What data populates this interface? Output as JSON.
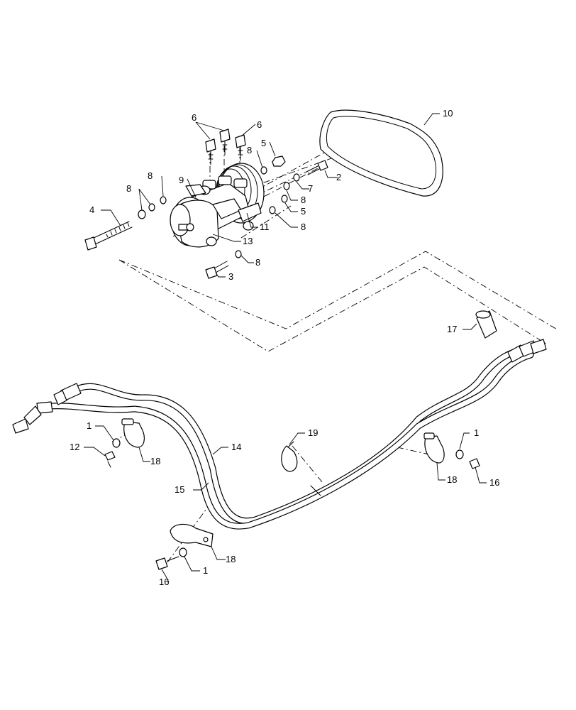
{
  "callouts": [
    {
      "id": "c10",
      "text": "10"
    },
    {
      "id": "c6a",
      "text": "6"
    },
    {
      "id": "c6b",
      "text": "6"
    },
    {
      "id": "c5a",
      "text": "5"
    },
    {
      "id": "c8a",
      "text": "8"
    },
    {
      "id": "c8b",
      "text": "8"
    },
    {
      "id": "c9",
      "text": "9"
    },
    {
      "id": "c8c",
      "text": "8"
    },
    {
      "id": "c2",
      "text": "2"
    },
    {
      "id": "c7",
      "text": "7"
    },
    {
      "id": "c8d",
      "text": "8"
    },
    {
      "id": "c4",
      "text": "4"
    },
    {
      "id": "c5b",
      "text": "5"
    },
    {
      "id": "c11",
      "text": "11"
    },
    {
      "id": "c8e",
      "text": "8"
    },
    {
      "id": "c13",
      "text": "13"
    },
    {
      "id": "c8f",
      "text": "8"
    },
    {
      "id": "c3",
      "text": "3"
    },
    {
      "id": "c17",
      "text": "17"
    },
    {
      "id": "c14",
      "text": "14"
    },
    {
      "id": "c19",
      "text": "19"
    },
    {
      "id": "c1a",
      "text": "1"
    },
    {
      "id": "c12",
      "text": "12"
    },
    {
      "id": "c18a",
      "text": "18"
    },
    {
      "id": "c15",
      "text": "15"
    },
    {
      "id": "c1b",
      "text": "1"
    },
    {
      "id": "c18b",
      "text": "18"
    },
    {
      "id": "c16a",
      "text": "16"
    },
    {
      "id": "c18c",
      "text": "18"
    },
    {
      "id": "c1c",
      "text": "1"
    },
    {
      "id": "c16b",
      "text": "16"
    }
  ]
}
